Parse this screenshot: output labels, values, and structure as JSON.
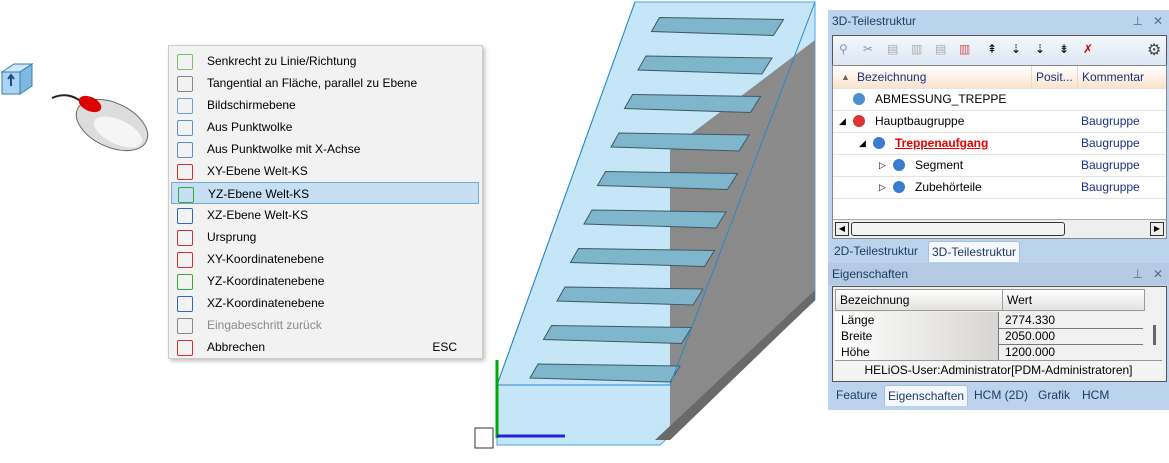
{
  "menu": {
    "items": [
      {
        "label": "Senkrecht zu Linie/Richtung",
        "icon": "perpendicular-icon"
      },
      {
        "label": "Tangential an Fläche, parallel zu Ebene",
        "icon": "tangential-icon"
      },
      {
        "label": "Bildschirmebene",
        "icon": "screen-plane-icon"
      },
      {
        "label": "Aus Punktwolke",
        "icon": "point-cloud-icon"
      },
      {
        "label": "Aus Punktwolke mit X-Achse",
        "icon": "point-cloud-x-icon"
      },
      {
        "label": "XY-Ebene Welt-KS",
        "icon": "xy-plane-icon"
      },
      {
        "label": "YZ-Ebene Welt-KS",
        "icon": "yz-plane-icon"
      },
      {
        "label": "XZ-Ebene Welt-KS",
        "icon": "xz-plane-icon"
      },
      {
        "label": "Ursprung",
        "icon": "origin-icon"
      },
      {
        "label": "XY-Koordinatenebene",
        "icon": "xy-coord-icon"
      },
      {
        "label": "YZ-Koordinatenebene",
        "icon": "yz-coord-icon"
      },
      {
        "label": "XZ-Koordinatenebene",
        "icon": "xz-coord-icon"
      },
      {
        "label": "Eingabeschritt zurück",
        "icon": "undo-step-icon"
      },
      {
        "label": "Abbrechen",
        "icon": "cancel-icon",
        "shortcut": "ESC"
      }
    ],
    "selected": 6
  },
  "structure": {
    "title": "3D-Teilestruktur",
    "columns": [
      "Bezeichnung",
      "Posit...",
      "Kommentar"
    ],
    "rows": [
      {
        "name": "ABMESSUNG_TREPPE",
        "comment": ""
      },
      {
        "name": "Hauptbaugruppe",
        "comment": "Baugruppe"
      },
      {
        "name": "Treppenaufgang",
        "comment": "Baugruppe"
      },
      {
        "name": "Segment",
        "comment": "Baugruppe"
      },
      {
        "name": "Zubehörteile",
        "comment": "Baugruppe"
      }
    ],
    "tabs": [
      "2D-Teilestruktur",
      "3D-Teilestruktur"
    ]
  },
  "properties": {
    "title": "Eigenschaften",
    "columns": [
      "Bezeichnung",
      "Wert"
    ],
    "rows": [
      {
        "k": "Länge",
        "v": "2774.330"
      },
      {
        "k": "Breite",
        "v": "2050.000"
      },
      {
        "k": "Höhe",
        "v": "1200.000"
      }
    ],
    "status": "HELiOS-User:Administrator[PDM-Administratoren]",
    "tabs": [
      "Feature",
      "Eigenschaften",
      "HCM (2D)",
      "Grafik",
      "HCM"
    ]
  },
  "colors": {
    "highlight": "#c7dff2",
    "accent_red": "#e00000"
  }
}
